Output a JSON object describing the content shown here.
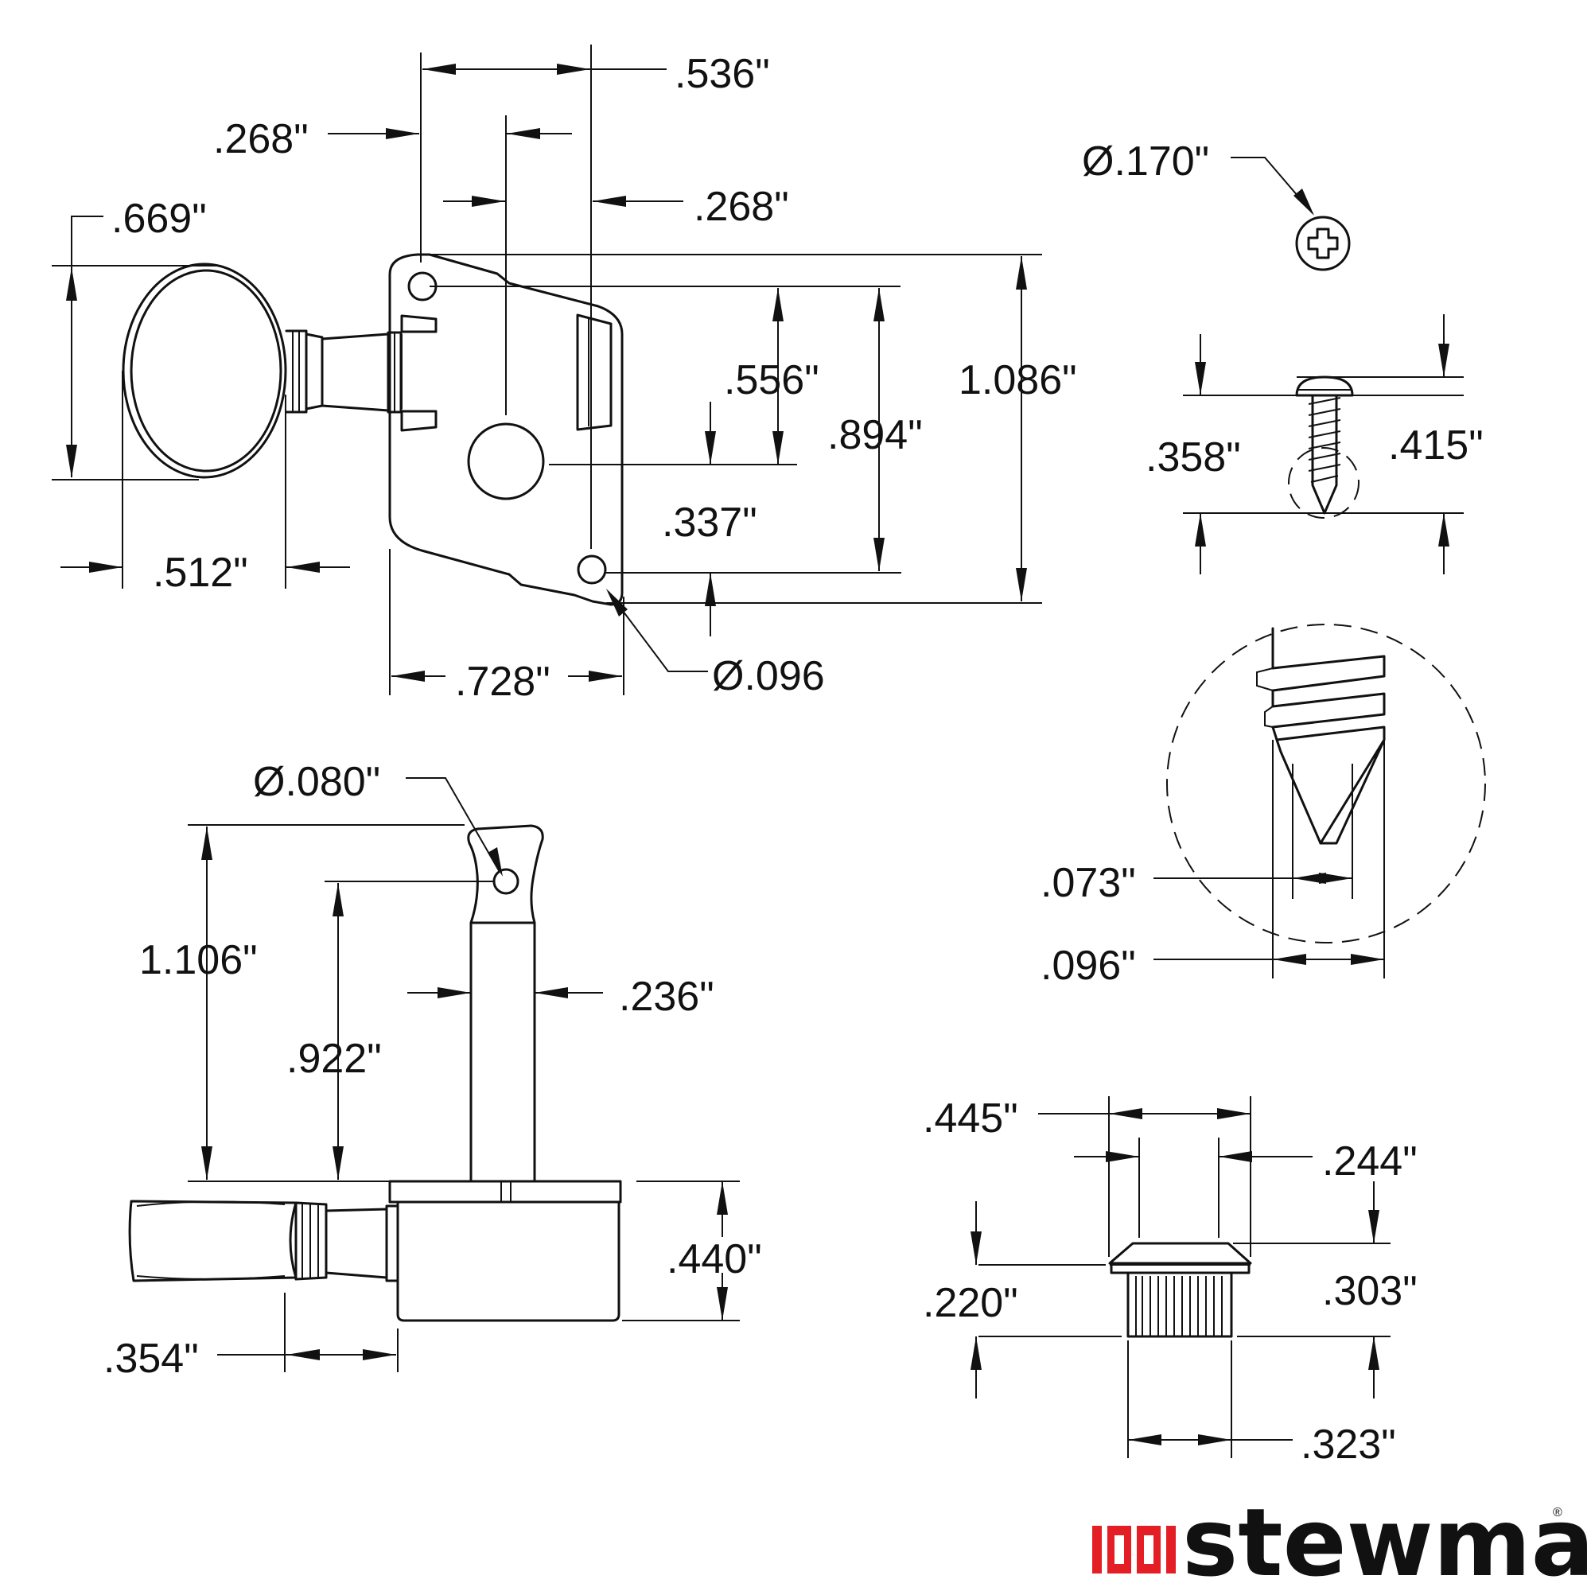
{
  "dimensions": {
    "top_width_536": ".536\"",
    "hole_offset_268": ".268\"",
    "post_offset_268": ".268\"",
    "button_height_669": ".669\"",
    "button_length_512": ".512\"",
    "hole_to_post_556": ".556\"",
    "hole_to_hole_894": ".894\"",
    "overall_height_1086": "1.086\"",
    "post_to_hole_337": ".337\"",
    "plate_width_728": ".728\"",
    "hole_dia_096": "Ø.096",
    "screw_head_dia_170": "Ø.170\"",
    "screw_shank_358": ".358\"",
    "screw_overall_415": ".415\"",
    "screw_root_073": ".073\"",
    "screw_major_096": ".096\"",
    "string_hole_dia_080": "Ø.080\"",
    "post_height_1106": "1.106\"",
    "hole_height_922": ".922\"",
    "post_dia_236": ".236\"",
    "housing_height_440": ".440\"",
    "shaft_length_354": ".354\"",
    "bushing_flange_445": ".445\"",
    "bushing_bore_244": ".244\"",
    "bushing_height_220": ".220\"",
    "bushing_body_303": ".303\"",
    "bushing_knurl_323": ".323\""
  },
  "brand": {
    "name": "stewmac",
    "registered_mark": "®",
    "logo_color": "#e31e24"
  }
}
